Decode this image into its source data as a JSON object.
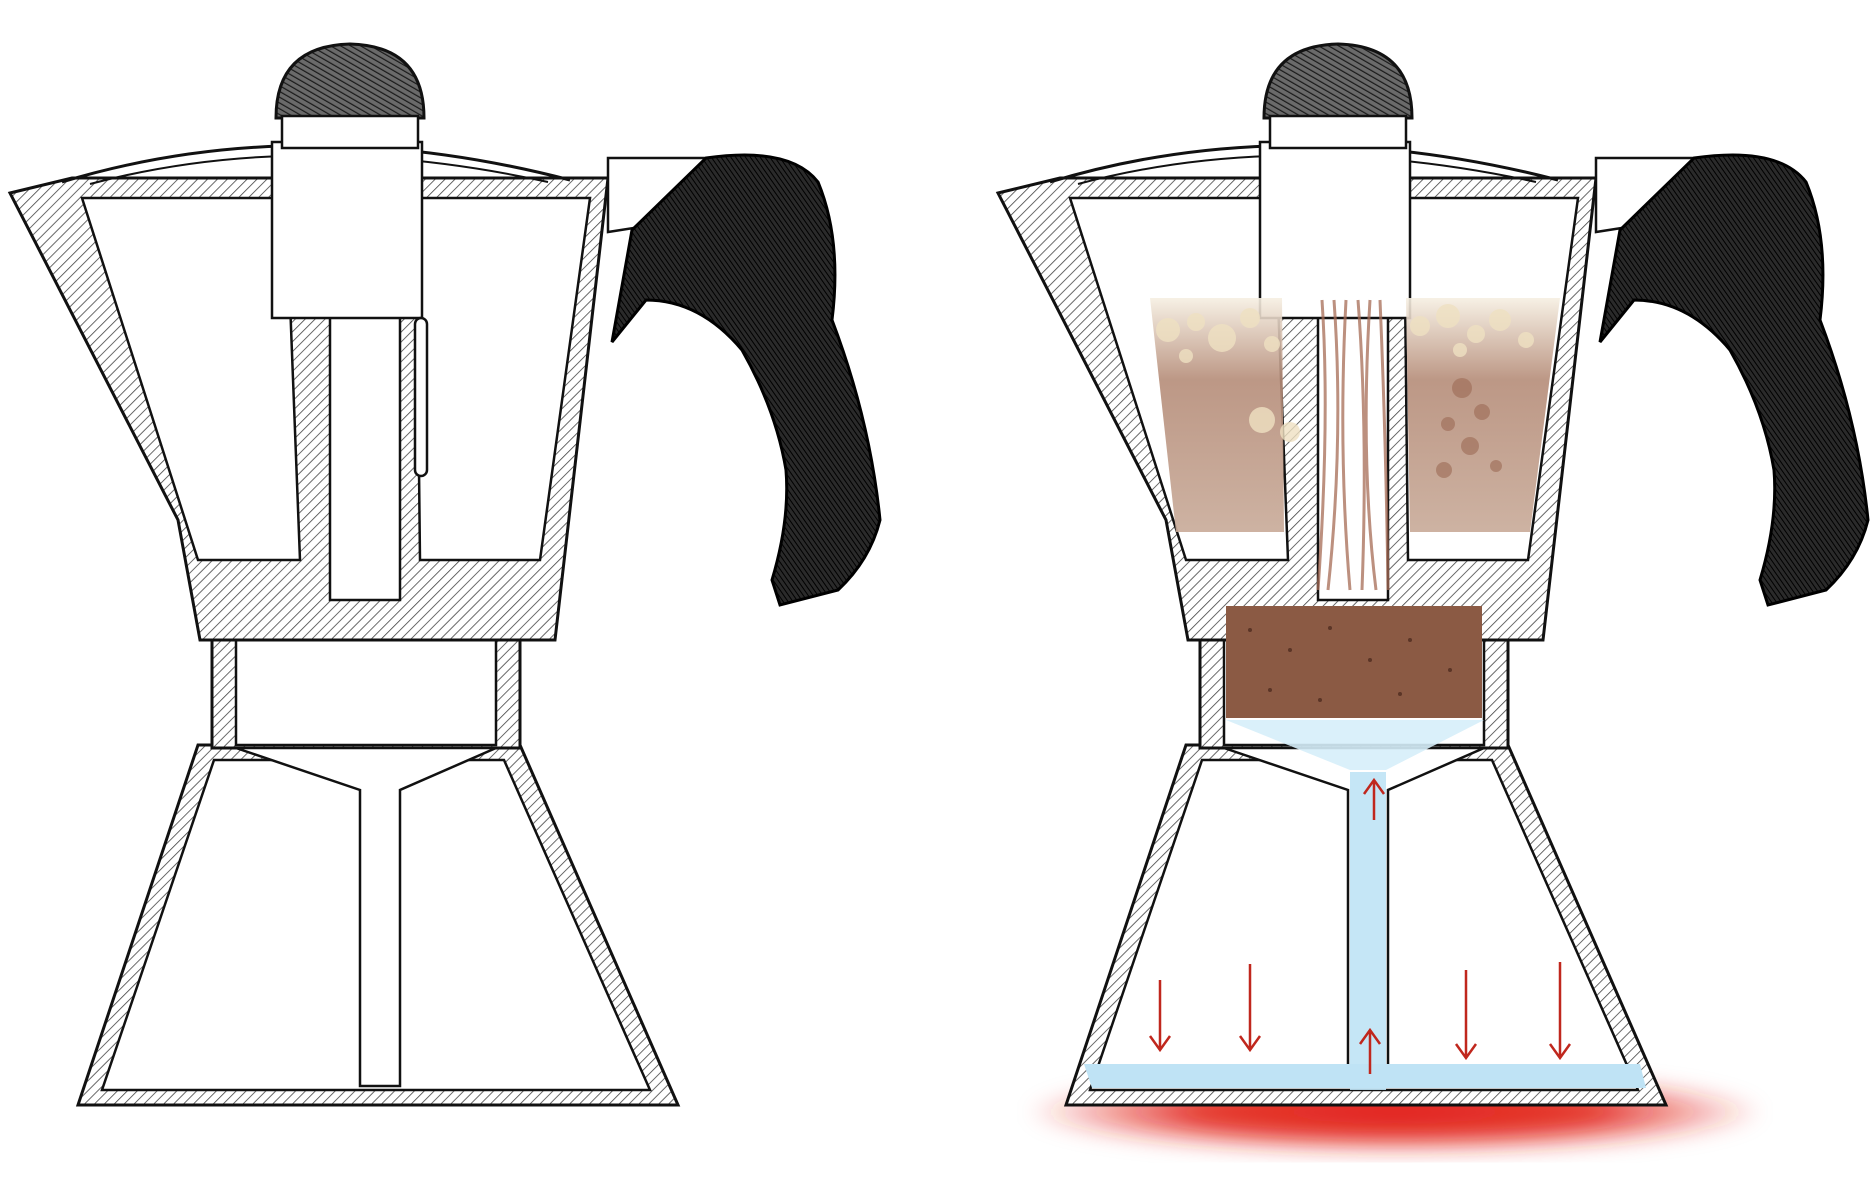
{
  "diagram": {
    "panels": [
      {
        "name": "moka-pot-empty",
        "state": "empty cross-section",
        "parts": [
          "knob",
          "lid",
          "upper-chamber",
          "spout",
          "handle",
          "hinge",
          "central-column",
          "filter-basket",
          "funnel",
          "funnel-tube",
          "lower-boiler"
        ]
      },
      {
        "name": "moka-pot-brewing",
        "state": "brewing cross-section",
        "parts": [
          "knob",
          "lid",
          "upper-chamber",
          "spout",
          "handle",
          "hinge",
          "central-column",
          "coffee-stream",
          "brewed-coffee",
          "coffee-grounds",
          "rising-water",
          "water-reservoir",
          "pressure-arrows",
          "heat-source"
        ]
      }
    ],
    "colors": {
      "outline": "#111111",
      "hatch": "#555555",
      "handle": "#1b1b1b",
      "coffee_dark": "#7a4a34",
      "coffee_light": "#c9a892",
      "crema": "#f2e6c8",
      "grounds": "#8b5a44",
      "water": "#bfe3f5",
      "arrow": "#c0271d",
      "heat": "#e2231a"
    }
  }
}
